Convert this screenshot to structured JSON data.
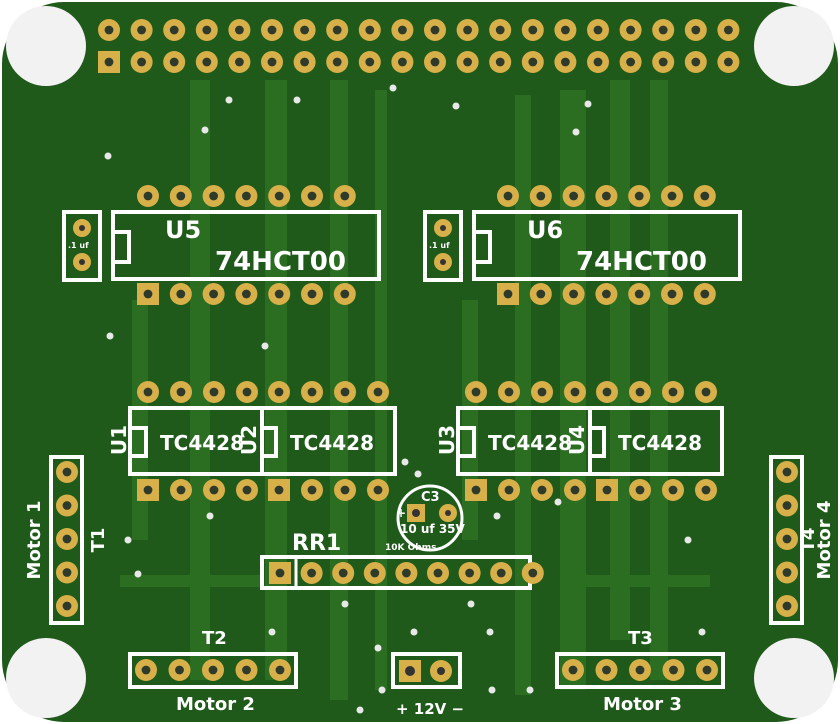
{
  "board": {
    "colors": {
      "substrate": "#1f5a1a",
      "trace": "#2b6e22",
      "pad": "#d8b04a",
      "silkscreen": "#ffffff",
      "mounting_hole": "#f2f2f2"
    }
  },
  "components": {
    "u5": {
      "ref": "U5",
      "value": "74HCT00"
    },
    "u6": {
      "ref": "U6",
      "value": "74HCT00"
    },
    "cap_left": {
      "value": ".1 uf"
    },
    "cap_right": {
      "value": ".1 uf"
    },
    "u1": {
      "ref": "U1",
      "value": "TC4428"
    },
    "u2": {
      "ref": "U2",
      "value": "TC4428"
    },
    "u3": {
      "ref": "U3",
      "value": "TC4428"
    },
    "u4": {
      "ref": "U4",
      "value": "TC4428"
    },
    "c3": {
      "ref": "C3",
      "value": "10 uf 35V",
      "polarity": "+"
    },
    "rr1": {
      "ref": "RR1",
      "value": "10K Ohms"
    },
    "t1": {
      "ref": "T1",
      "label": "Motor 1"
    },
    "t2": {
      "ref": "T2",
      "label": "Motor 2"
    },
    "t3": {
      "ref": "T3",
      "label": "Motor 3"
    },
    "t4": {
      "ref": "T4",
      "label": "Motor 4"
    },
    "power": {
      "label": "+ 12V −"
    }
  }
}
